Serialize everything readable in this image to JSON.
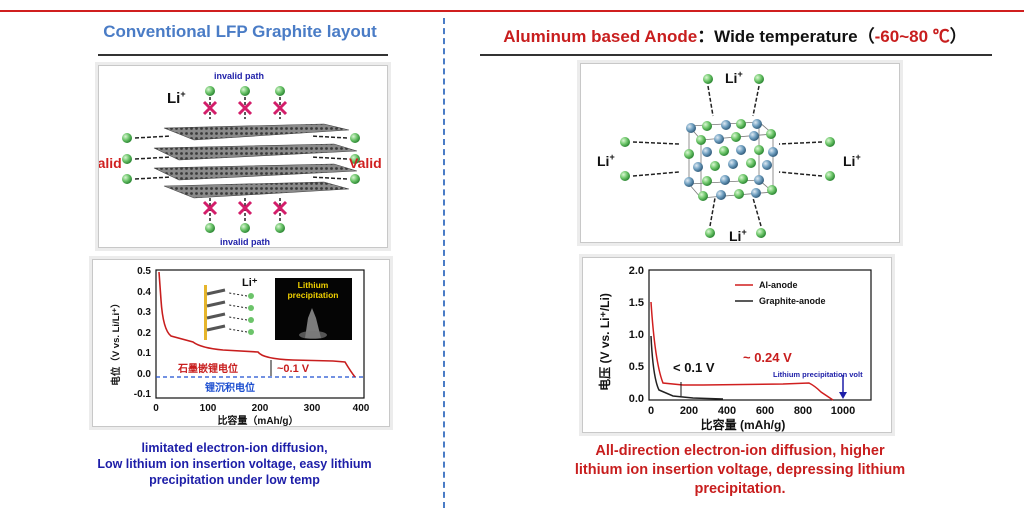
{
  "left": {
    "title": "Conventional LFP Graphite layout",
    "diagram": {
      "ion_label": "Li",
      "ion_sup": "+",
      "invalid_top": "invalid path",
      "invalid_bottom": "invalid path",
      "valid_left": "Valid",
      "valid_right": "Valid"
    },
    "chart": {
      "ylabel": "电位（V vs. Li/Li⁺）",
      "xlabel": "比容量（mAh/g）",
      "yticks": [
        "0.5",
        "0.4",
        "0.3",
        "0.2",
        "0.1",
        "0.0",
        "-0.1"
      ],
      "xticks": [
        "0",
        "100",
        "200",
        "300",
        "400"
      ],
      "inset_ion": "Li⁺",
      "photo_label_1": "Lithium",
      "photo_label_2": "precipitation",
      "annot_graphite": "石墨嵌锂电位",
      "annot_delta": "~0.1 V",
      "annot_deposit": "锂沉积电位"
    },
    "caption_lines": [
      "limitated electron-ion diffusion,",
      "Low lithium ion insertion voltage, easy lithium",
      "precipitation under low temp"
    ]
  },
  "right": {
    "title_red": "Aluminum based Anode",
    "title_black_1": "：Wide temperature（",
    "title_red_2": "-60~80 ℃",
    "title_black_2": "）",
    "diagram": {
      "ion_label": "Li",
      "ion_sup": "+"
    },
    "chart": {
      "ylabel": "电压 (V vs. Li⁺/Li)",
      "xlabel": "比容量 (mAh/g)",
      "yticks": [
        "2.0",
        "1.5",
        "1.0",
        "0.5",
        "0.0"
      ],
      "xticks": [
        "0",
        "200",
        "400",
        "600",
        "800",
        "1000"
      ],
      "legend": [
        "Al-anode",
        "Graphite-anode"
      ],
      "annot_01": "< 0.1 V",
      "annot_024": "~ 0.24 V",
      "annot_precip": "Lithium precipitation volt"
    },
    "caption_lines": [
      "All-direction electron-ion diffusion, higher",
      "lithium ion insertion voltage, depressing lithium",
      "precipitation."
    ]
  },
  "colors": {
    "accent_blue": "#4a7cc6",
    "accent_red": "#c81e1e",
    "ion_green": "#6cc46a",
    "atom_blue": "#6f9fc0",
    "deposit_blue": "#1d1ea8"
  }
}
